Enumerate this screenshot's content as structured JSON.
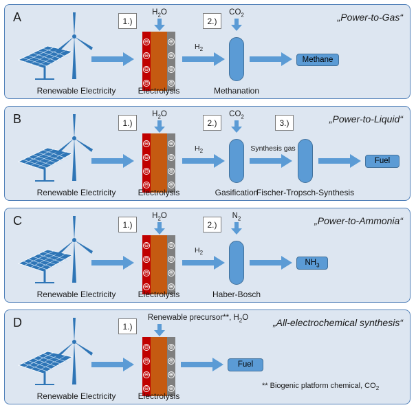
{
  "panels": [
    {
      "letter": "A",
      "title": "„Power-to-Gas“",
      "source_label": "Renewable  Electricity",
      "step1": "1.)",
      "step2": "2.)",
      "input1": "H",
      "input1_sub": "2",
      "input1_tail": "O",
      "input2": "CO",
      "input2_sub": "2",
      "inter": "H",
      "inter_sub": "2",
      "electrolysis_label": "Electrolysis",
      "reactor_label": "Methanation",
      "product": "Methane"
    },
    {
      "letter": "B",
      "title": "„Power-to-Liquid“",
      "source_label": "Renewable  Electricity",
      "step1": "1.)",
      "step2": "2.)",
      "step3": "3.)",
      "input1": "H",
      "input1_sub": "2",
      "input1_tail": "O",
      "input2": "CO",
      "input2_sub": "2",
      "inter": "H",
      "inter_sub": "2",
      "inter2": "Synthesis gas",
      "electrolysis_label": "Electrolysis",
      "reactor_label": "Gasification",
      "reactor2_label": "Fischer-Tropsch-Synthesis",
      "product": "Fuel"
    },
    {
      "letter": "C",
      "title": "„Power-to-Ammonia“",
      "source_label": "Renewable  Electricity",
      "step1": "1.)",
      "step2": "2.)",
      "input1": "H",
      "input1_sub": "2",
      "input1_tail": "O",
      "input2": "N",
      "input2_sub": "2",
      "inter": "H",
      "inter_sub": "2",
      "electrolysis_label": "Electrolysis",
      "reactor_label": "Haber-Bosch",
      "product": "NH",
      "product_sub": "3"
    },
    {
      "letter": "D",
      "title": "„All-electrochemical synthesis“",
      "source_label": "Renewable  Electricity",
      "step1": "1.)",
      "input1": "Renewable precursor**,  H",
      "input1_sub": "2",
      "input1_tail": "O",
      "electrolysis_label": "Electrolysis",
      "product": "Fuel",
      "footnote": "** Biogenic platform chemical, CO",
      "footnote_sub": "2"
    }
  ],
  "colors": {
    "panel_bg": "#dde6f1",
    "panel_border": "#4f7fb8",
    "arrow": "#5b9bd5",
    "cathode": "#c00000",
    "membrane": "#c55a11",
    "anode": "#7f7f7f"
  },
  "symbols": {
    "minus": "⊖",
    "plus": "⊕"
  }
}
